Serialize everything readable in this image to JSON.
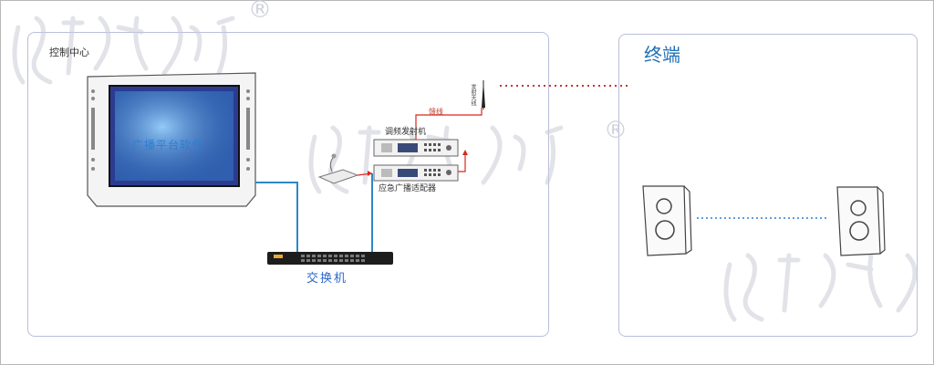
{
  "control_center": {
    "label": "控制中心"
  },
  "terminal": {
    "label": "终端"
  },
  "broadcast_software": {
    "label": "广播平台软件"
  },
  "switch": {
    "label": "交换机"
  },
  "fm_transmitter": {
    "label": "调频发射机"
  },
  "emergency_adapter": {
    "label": "应急广播适配器"
  },
  "feeder": {
    "label": "馈线"
  },
  "antenna": {
    "label": "发射天线"
  },
  "watermark": {
    "registered_mark": "®"
  },
  "colors": {
    "network_line": "#2c89c7",
    "rf_line": "#d9271f",
    "dotted_link": "#c0392b",
    "speaker_link": "#2c7fd0",
    "terminal_title": "#1f6fb8",
    "panel_border": "#b9bedb"
  }
}
